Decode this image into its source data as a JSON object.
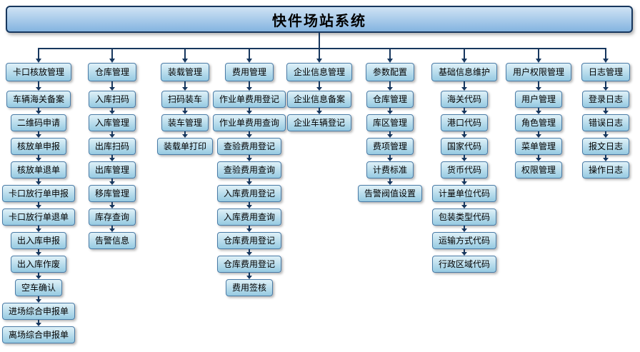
{
  "root": {
    "title": "快件场站系统"
  },
  "branches": [
    {
      "label": "卡口核放管理",
      "children": [
        "车辆海关备案",
        "二维码申请",
        "核放单申报",
        "核放单退单",
        "卡口放行单申报",
        "卡口放行单退单",
        "出入库申报",
        "出入库作废",
        "空车确认",
        "进场综合申报单",
        "离场综合申报单"
      ]
    },
    {
      "label": "仓库管理",
      "children": [
        "入库扫码",
        "入库管理",
        "出库扫码",
        "出库管理",
        "移库管理",
        "库存查询",
        "告警信息"
      ]
    },
    {
      "label": "装载管理",
      "children": [
        "扫码装车",
        "装车管理",
        "装载单打印"
      ]
    },
    {
      "label": "费用管理",
      "children": [
        "作业单费用登记",
        "作业单费用查询",
        "查验费用登记",
        "查验费用查询",
        "入库费用登记",
        "入库费用查询",
        "仓库费用登记",
        "仓库费用登记",
        "费用签核"
      ]
    },
    {
      "label": "企业信息管理",
      "children": [
        "企业信息备案",
        "企业车辆登记"
      ]
    },
    {
      "label": "参数配置",
      "children": [
        "仓库管理",
        "库区管理",
        "费项管理",
        "计费标准",
        "告警阀值设置"
      ]
    },
    {
      "label": "基础信息维护",
      "children": [
        "海关代码",
        "港口代码",
        "国家代码",
        "货币代码",
        "计量单位代码",
        "包装类型代码",
        "运输方式代码",
        "行政区域代码"
      ]
    },
    {
      "label": "用户权限管理",
      "children": [
        "用户管理",
        "角色管理",
        "菜单管理",
        "权限管理"
      ]
    },
    {
      "label": "日志管理",
      "children": [
        "登录日志",
        "错误日志",
        "报文日志",
        "操作日志"
      ]
    }
  ],
  "colors": {
    "connector": "#17375e",
    "node_border": "#4a7ba6",
    "node_fill_top": "#dff1f8",
    "node_fill_bottom": "#96cae2",
    "root_border": "#17375e",
    "root_fill_top": "#cfe3f4",
    "root_fill_bottom": "#84b4e0"
  }
}
